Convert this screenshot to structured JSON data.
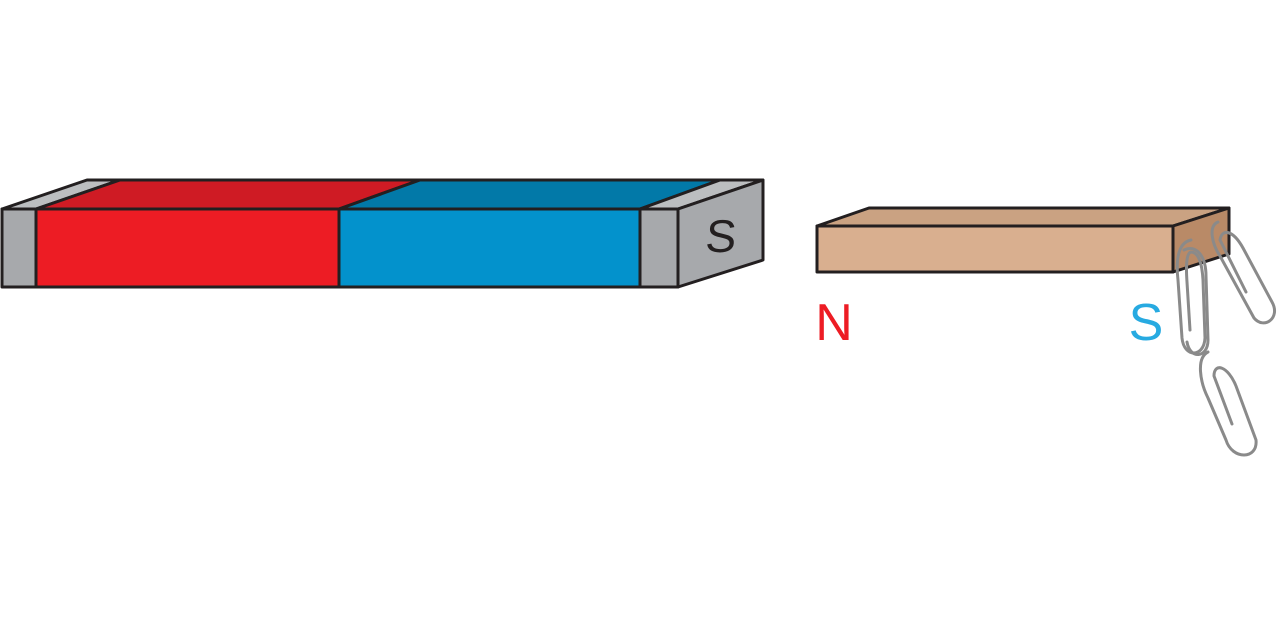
{
  "bar_magnet": {
    "end_label": "S",
    "colors": {
      "north": "#ed1c24",
      "north_top": "#cf1b24",
      "south": "#0392cc",
      "south_top": "#0279a8",
      "end_cap": "#a7a9ac",
      "end_cap_top": "#bcbec0"
    }
  },
  "wood_bar": {
    "left_label": "N",
    "right_label": "S",
    "colors": {
      "front": "#d9af8f",
      "top": "#caa282",
      "end": "#b98a67",
      "left_label": "#ed1c24",
      "right_label": "#27aae1"
    }
  },
  "paper_clips": {
    "count": 4,
    "color": "#8a8a8a"
  }
}
